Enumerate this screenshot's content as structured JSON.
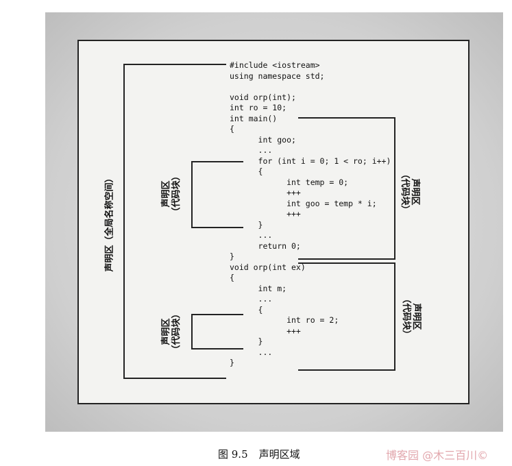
{
  "code_lines": [
    "#include <iostream>",
    "using namespace std;",
    "",
    "void orp(int);",
    "int ro = 10;",
    "int main()",
    "{",
    "      int goo;",
    "      ...",
    "      for (int i = 0; 1 < ro; i++)",
    "      {",
    "            int temp = 0;",
    "            +++",
    "            int goo = temp * i;",
    "            +++",
    "      }",
    "      ...",
    "      return 0;",
    "}",
    "void orp(int ex)",
    "{",
    "      int m;",
    "      ...",
    "      {",
    "            int ro = 2;",
    "            +++",
    "      }",
    "      ...",
    "}"
  ],
  "labels": {
    "global": "声明区（全局名称空间）",
    "block_title": "声明区",
    "block_sub": "（代码块）"
  },
  "caption": {
    "number": "图 9.5",
    "title": "声明区域"
  },
  "watermark": "博客园 @木三百川©"
}
